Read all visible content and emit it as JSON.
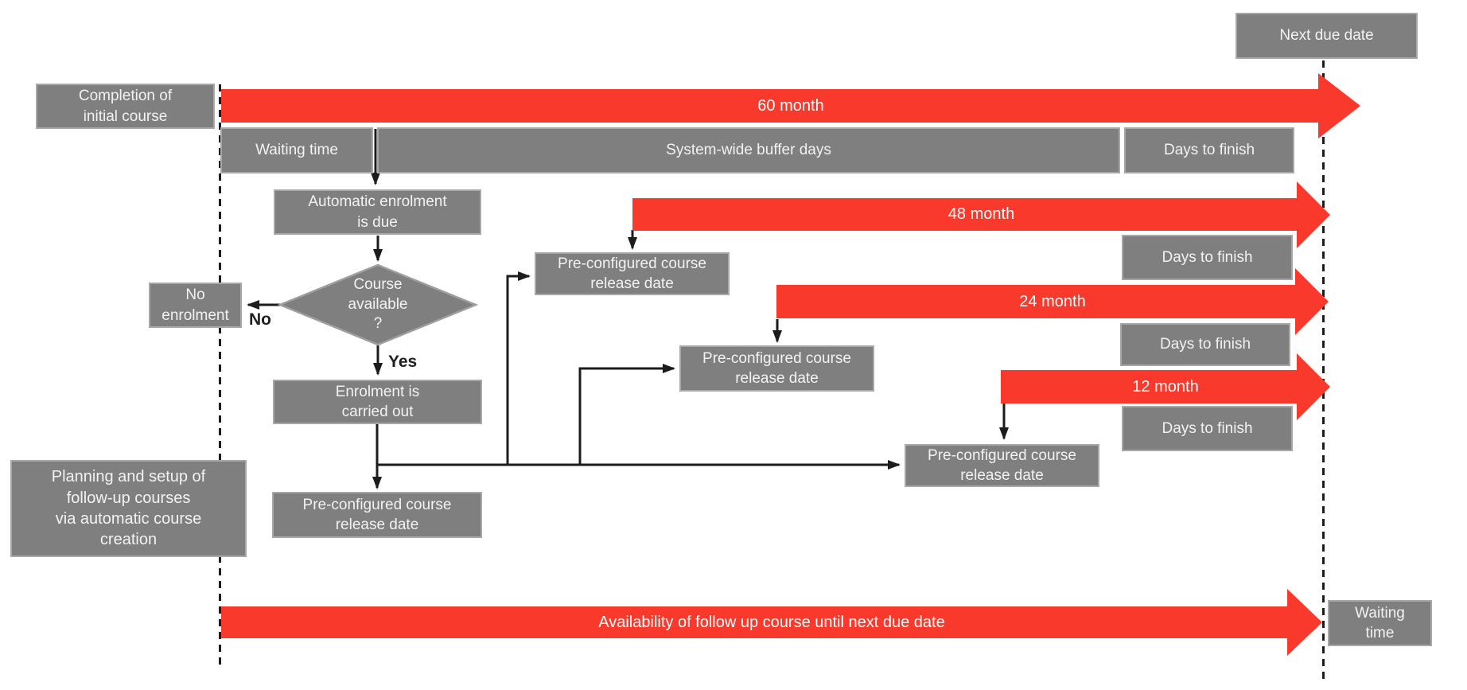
{
  "colors": {
    "red": "#f9392b",
    "box_fill": "#7f7f7f",
    "box_border": "#a8a8a8",
    "box_text": "#f2f2f2",
    "line": "#1c1c1c"
  },
  "labels": {
    "next_due_date": "Next due date",
    "completion": "Completion of\ninitial course",
    "waiting_time": "Waiting time",
    "buffer_days": "System-wide buffer days",
    "days_to_finish": "Days to finish",
    "auto_enrolment": "Automatic enrolment\nis due",
    "course_available": "Course\navailable\n?",
    "no_enrolment": "No\nenrolment",
    "no": "No",
    "yes": "Yes",
    "enrolment_carried": "Enrolment is\ncarried out",
    "preconfigured": "Pre-configured course\nrelease date",
    "planning": "Planning and setup of\nfollow-up courses\nvia automatic course\ncreation",
    "availability": "Availability of follow up course until next due date",
    "waiting_time_wrap": "Waiting\ntime"
  },
  "months": {
    "m60": "60 month",
    "m48": "48 month",
    "m24": "24 month",
    "m12": "12 month"
  }
}
